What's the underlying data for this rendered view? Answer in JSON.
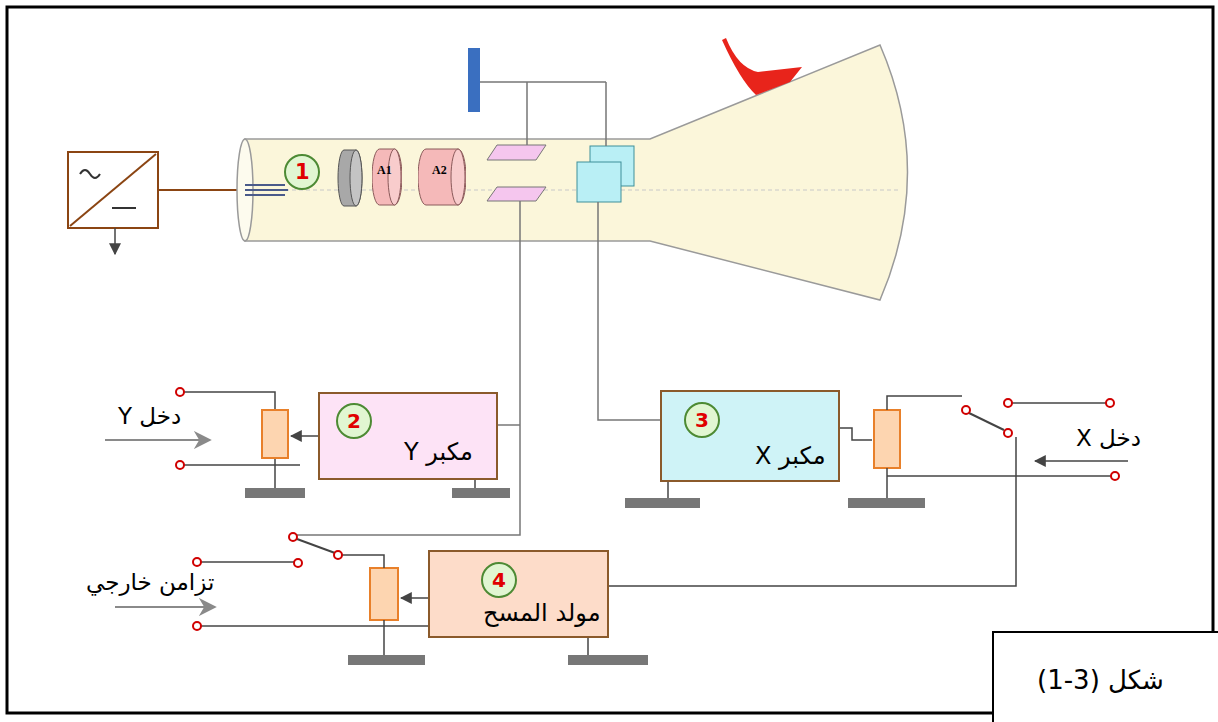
{
  "diagram": {
    "caption": "شكل (3-1)",
    "nodes": [
      {
        "text": [
          "2",
          "مكبر Y"
        ]
      },
      {
        "text": [
          "3",
          "مكبر X"
        ]
      },
      {
        "text": [
          "4",
          "مولد المسح"
        ]
      },
      {
        "text": [
          "A1"
        ]
      },
      {
        "text": [
          "A2"
        ]
      }
    ],
    "labels": [
      "1",
      "دخل Y",
      "دخل X",
      "تزامن خارجي"
    ]
  }
}
